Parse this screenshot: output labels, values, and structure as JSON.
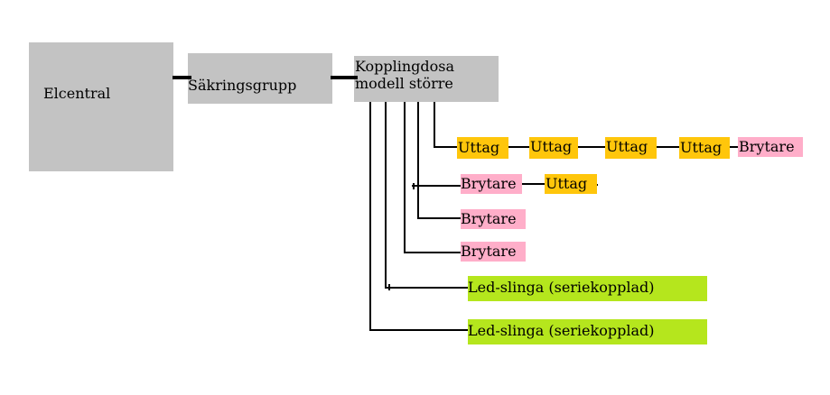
{
  "colors": {
    "panel": "#c3c3c3",
    "outlet": "#ffc60b",
    "switch": "#ffaec9",
    "led": "#b5e61d",
    "wire": "#000000"
  },
  "nodes": {
    "elcentral": "Elcentral",
    "sakringsgrupp": "Säkringsgrupp",
    "kopplingdosa_line1": "Kopplingdosa",
    "kopplingdosa_line2": "modell större",
    "row1": {
      "outlet1": "Uttag",
      "outlet2": "Uttag",
      "outlet3": "Uttag",
      "outlet4": "Uttag",
      "switch": "Brytare"
    },
    "row2": {
      "switch": "Brytare",
      "outlet": "Uttag"
    },
    "row3": {
      "switch": "Brytare"
    },
    "row4": {
      "switch": "Brytare"
    },
    "row5": {
      "led": "Led-slinga (seriekopplad)"
    },
    "row6": {
      "led": "Led-slinga (seriekopplad)"
    }
  }
}
